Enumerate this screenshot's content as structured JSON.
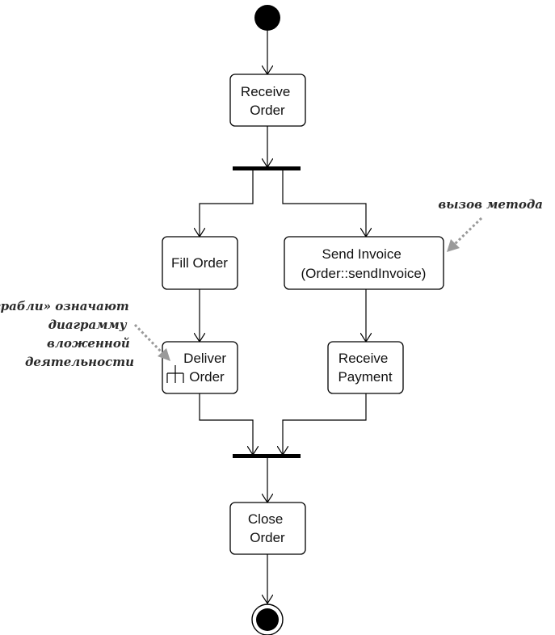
{
  "nodes": {
    "receive_order": [
      "Receive",
      "Order"
    ],
    "fill_order": [
      "Fill Order"
    ],
    "send_invoice": [
      "Send Invoice",
      "(Order::sendInvoice)"
    ],
    "deliver_order": [
      "Deliver",
      "Order"
    ],
    "receive_payment": [
      "Receive",
      "Payment"
    ],
    "close_order": [
      "Close",
      "Order"
    ]
  },
  "notes": {
    "method_call": [
      "вызов метода"
    ],
    "rake": [
      "«грабли» означают",
      "диаграмму",
      "вложенной",
      "деятельности"
    ]
  }
}
